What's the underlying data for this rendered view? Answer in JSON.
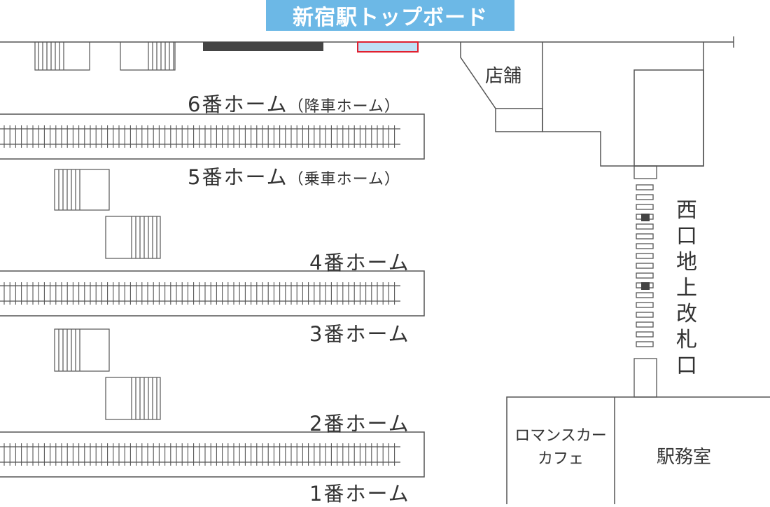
{
  "title": "新宿駅トップボード",
  "platforms": [
    {
      "main": "6番ホーム",
      "note": "（降車ホーム）"
    },
    {
      "main": "5番ホーム",
      "note": "（乗車ホーム）"
    },
    {
      "main": "4番ホーム",
      "note": ""
    },
    {
      "main": "3番ホーム",
      "note": ""
    },
    {
      "main": "2番ホーム",
      "note": ""
    },
    {
      "main": "1番ホーム",
      "note": ""
    }
  ],
  "rooms": {
    "shop": "店舗",
    "cafe_line1": "ロマンスカー",
    "cafe_line2": "カフェ",
    "station_office": "駅務室"
  },
  "gate_label": "西口地上改札口",
  "colors": {
    "banner": "#6cb8e6",
    "line": "#555555",
    "highlight_fill": "#bfe0f5",
    "highlight_border": "#e02030",
    "dark_bar": "#444444"
  }
}
